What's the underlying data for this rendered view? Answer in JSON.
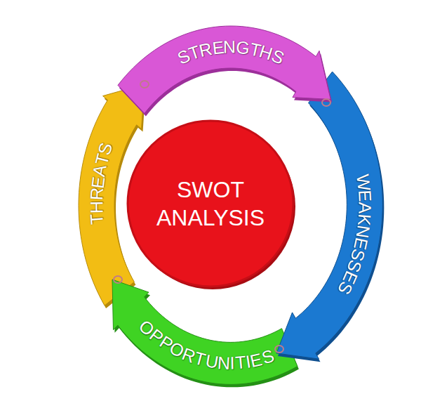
{
  "diagram": {
    "nodes": [
      {
        "text": [
          "SWOT ANALYSIS"
        ]
      },
      {
        "text": [
          "STRENGTHS"
        ]
      },
      {
        "text": [
          "WEAKNESSES"
        ]
      },
      {
        "text": [
          "OPPORTUNITIES"
        ]
      },
      {
        "text": [
          "THREATS"
        ]
      }
    ]
  }
}
